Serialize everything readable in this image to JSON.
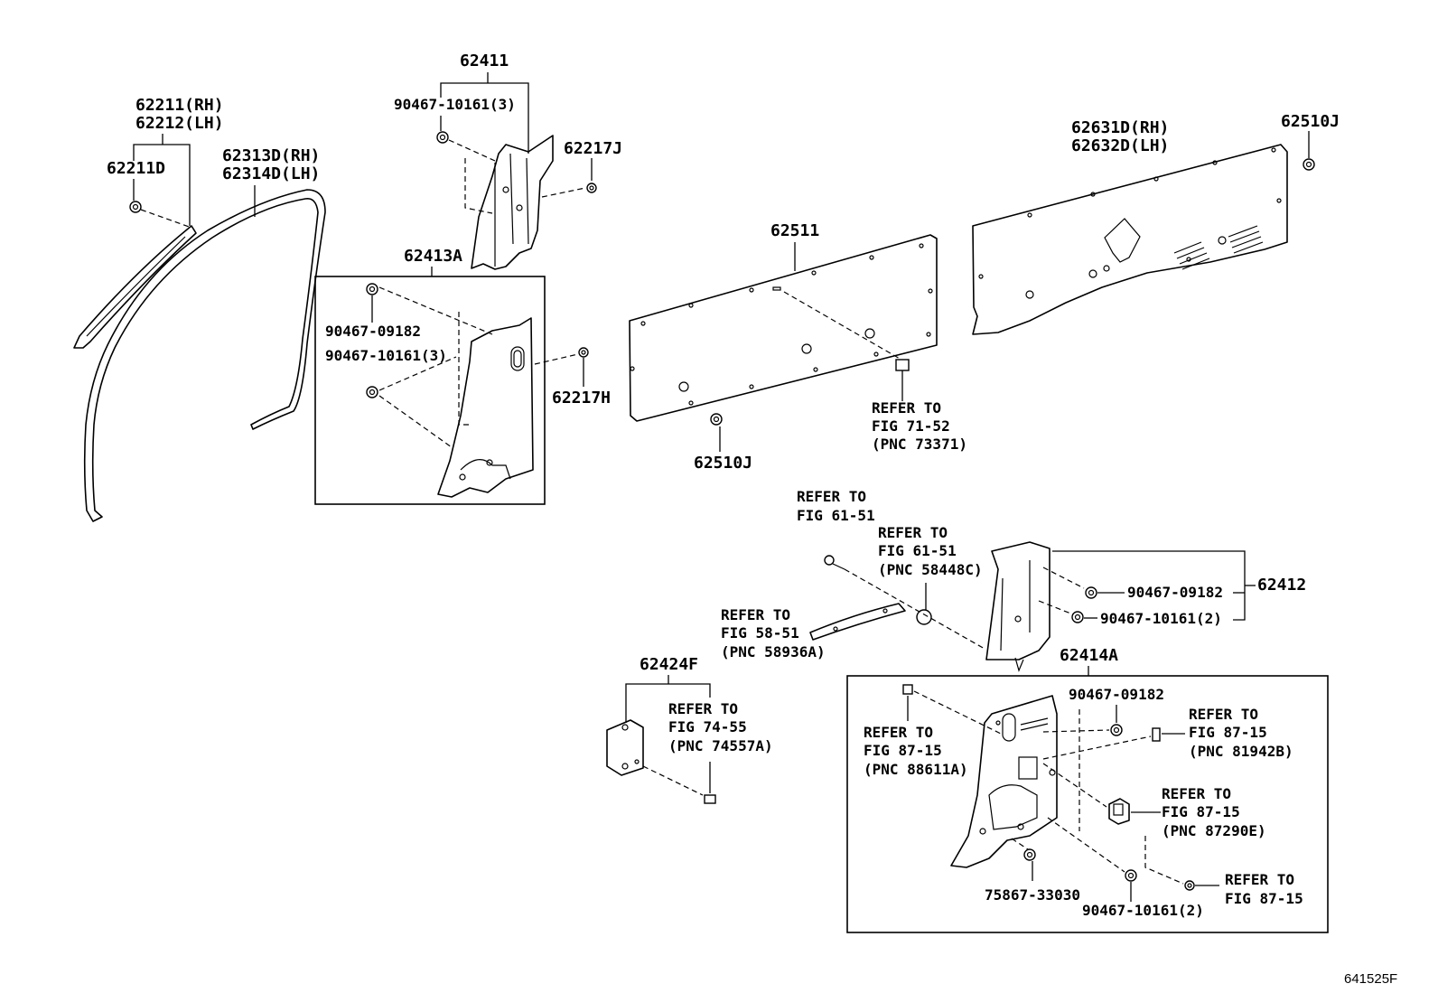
{
  "diagram_code": "641525F",
  "labels": {
    "p62211": "62211(RH)",
    "p62212": "62212(LH)",
    "p62211D": "62211D",
    "p62313D": "62313D(RH)",
    "p62314D": "62314D(LH)",
    "p62411": "62411",
    "p90467_10161_3_top": "90467-10161(3)",
    "p62217J": "62217J",
    "p62413A": "62413A",
    "p90467_09182_left": "90467-09182",
    "p90467_10161_3_left": "90467-10161(3)",
    "p62217H": "62217H",
    "p62511": "62511",
    "p62510J_bottom": "62510J",
    "p62631D": "62631D(RH)",
    "p62632D": "62632D(LH)",
    "p62510J_top": "62510J",
    "ref_71_52_l1": "REFER TO",
    "ref_71_52_l2": "FIG 71-52",
    "ref_71_52_l3": "(PNC 73371)",
    "ref_61_51a_l1": "REFER TO",
    "ref_61_51a_l2": "FIG 61-51",
    "ref_61_51b_l1": "REFER TO",
    "ref_61_51b_l2": "FIG 61-51",
    "ref_61_51b_l3": "(PNC 58448C)",
    "ref_58_51_l1": "REFER TO",
    "ref_58_51_l2": "FIG 58-51",
    "ref_58_51_l3": "(PNC 58936A)",
    "p90467_09182_right": "90467-09182",
    "p90467_10161_2_right": "90467-10161(2)",
    "p62412": "62412",
    "p62414A": "62414A",
    "p62424F": "62424F",
    "ref_74_55_l1": "REFER TO",
    "ref_74_55_l2": "FIG 74-55",
    "ref_74_55_l3": "(PNC 74557A)",
    "p90467_09182_box": "90467-09182",
    "ref_87_15a_l1": "REFER TO",
    "ref_87_15a_l2": "FIG 87-15",
    "ref_87_15a_l3": "(PNC 81942B)",
    "ref_87_15b_l1": "REFER TO",
    "ref_87_15b_l2": "FIG 87-15",
    "ref_87_15b_l3": "(PNC 88611A)",
    "ref_87_15c_l1": "REFER TO",
    "ref_87_15c_l2": "FIG 87-15",
    "ref_87_15c_l3": "(PNC 87290E)",
    "p75867": "75867-33030",
    "p90467_10161_2_box": "90467-10161(2)",
    "ref_87_15d_l1": "REFER TO",
    "ref_87_15d_l2": "FIG 87-15"
  }
}
